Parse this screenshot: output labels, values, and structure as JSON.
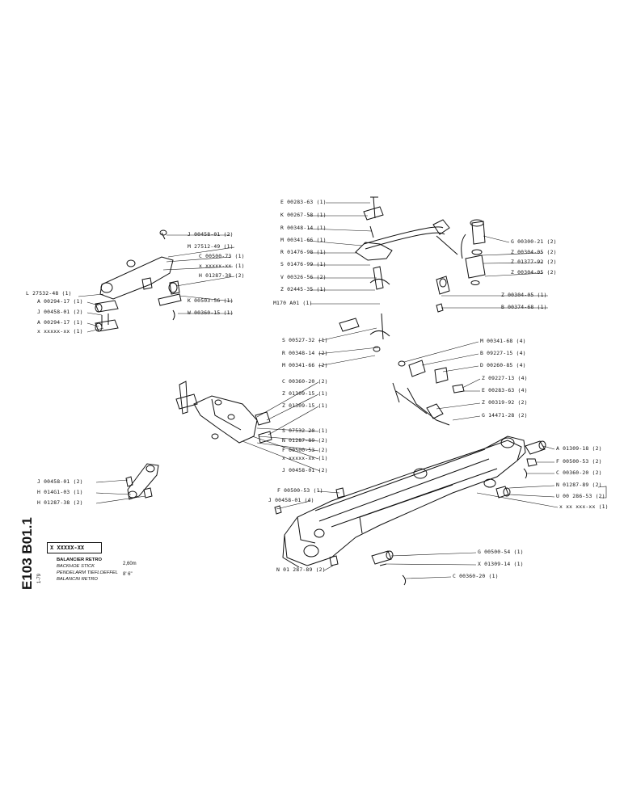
{
  "title_block": {
    "code": "E103 B01.1",
    "small_mark": "1-79",
    "part_box": "X XXXXX-XX",
    "descriptions": [
      "BALANCIER RETRO",
      "BACKHOE STICK",
      "PENDELARM TIEFLOEFFEL",
      "BALANCIN RETRO"
    ],
    "spec_1": "2,60m",
    "spec_2": "8' 6\""
  },
  "labels": [
    {
      "text": "E 00283-63 (1)"
    },
    {
      "text": "K 00267-58 (1)"
    },
    {
      "text": "R 00348-14 (1)"
    },
    {
      "text": "M 00341-66 (1)"
    },
    {
      "text": "R 01476-98 (1)"
    },
    {
      "text": "S 01476-99 (1)"
    },
    {
      "text": "V 00326-56 (2)"
    },
    {
      "text": "Z 02445-35 (1)"
    },
    {
      "text": "M170  A01 (1)"
    },
    {
      "text": "G 00300-21 (2)"
    },
    {
      "text": "Z 00304-05 (2)"
    },
    {
      "text": "Z 01377-92 (2)"
    },
    {
      "text": "Z 00304-05 (2)"
    },
    {
      "text": "Z 00304-05 (1)"
    },
    {
      "text": "B 00374-68 (1)"
    },
    {
      "text": "J 00458-01 (2)"
    },
    {
      "text": "M 27512-49 (1)"
    },
    {
      "text": "C 00500-73 (1)"
    },
    {
      "text": "x xxxxx-xx (1)"
    },
    {
      "text": "H 01287-38 (2)"
    },
    {
      "text": "L 27532-48 (1)"
    },
    {
      "text": "A 00294-17 (1)"
    },
    {
      "text": "J 00458-01 (2)"
    },
    {
      "text": "A 00294-17 (1)"
    },
    {
      "text": "x xxxxx-xx (1)"
    },
    {
      "text": "K 00503-56 (1)"
    },
    {
      "text": "W 00360-15 (1)"
    },
    {
      "text": "S 00527-32 (1)"
    },
    {
      "text": "R 00348-14 (2)"
    },
    {
      "text": "M 00341-66 (2)"
    },
    {
      "text": "C 00360-20 (2)"
    },
    {
      "text": "Z 01309-15 (1)"
    },
    {
      "text": "Z 01309-15 (1)"
    },
    {
      "text": "M 00341-68 (4)"
    },
    {
      "text": "B 09227-15 (4)"
    },
    {
      "text": "D 00260-85 (4)"
    },
    {
      "text": "Z 09227-13 (4)"
    },
    {
      "text": "E 00283-63 (4)"
    },
    {
      "text": "Z 00319-92 (2)"
    },
    {
      "text": "G 14471-28 (2)"
    },
    {
      "text": "S 07532-20 (1)"
    },
    {
      "text": "N 01287-89 (2)"
    },
    {
      "text": "F 00500-53 (2)"
    },
    {
      "text": "x xxxxx-xx (1)"
    },
    {
      "text": "J 00458-01 (2)"
    },
    {
      "text": "J 00458-01 (2)"
    },
    {
      "text": "H 014G1-03 (1)"
    },
    {
      "text": "H 01287-38 (2)"
    },
    {
      "text": "F 00500-53 (1)"
    },
    {
      "text": "J 00458-01 (4)"
    },
    {
      "text": "A 01309-18 (2)"
    },
    {
      "text": "F 00500-53 (2)"
    },
    {
      "text": "C 00360-20 (2)"
    },
    {
      "text": "N 01287-89 (2)"
    },
    {
      "text": "U 00 286-53 (2)"
    },
    {
      "text": "x xx xxx-xx (1)"
    },
    {
      "text": "G 00500-54 (1)"
    },
    {
      "text": "X 01309-14 (1)"
    },
    {
      "text": "C 00360-20 (1)"
    },
    {
      "text": "N 01 287-89 (2)"
    }
  ]
}
